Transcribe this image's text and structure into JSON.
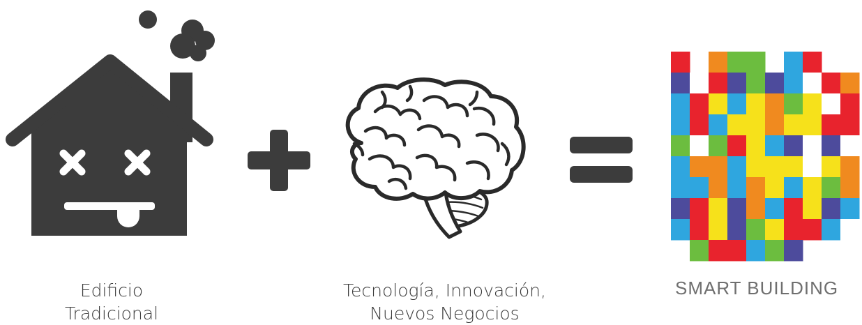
{
  "captions": {
    "house": [
      "Edificio",
      "Tradicional"
    ],
    "brain": [
      "Tecnología, Innovación,",
      "Nuevos Negocios"
    ],
    "logo": "SMART BUILDING"
  },
  "icons": {
    "house": "sad-house-icon",
    "plus": "plus-icon",
    "brain": "brain-icon",
    "equals": "equals-icon",
    "logo": "smart-building-logo"
  },
  "colors": {
    "icon": "#3c3c3c",
    "text": "#3a3a3a",
    "logo_text": "#6f6f6f",
    "logo_palette": [
      "#e8232d",
      "#f6e11b",
      "#2fa6df",
      "#4d4b9c",
      "#f08a1f",
      "#6cbd3f",
      "#ffffff"
    ]
  }
}
